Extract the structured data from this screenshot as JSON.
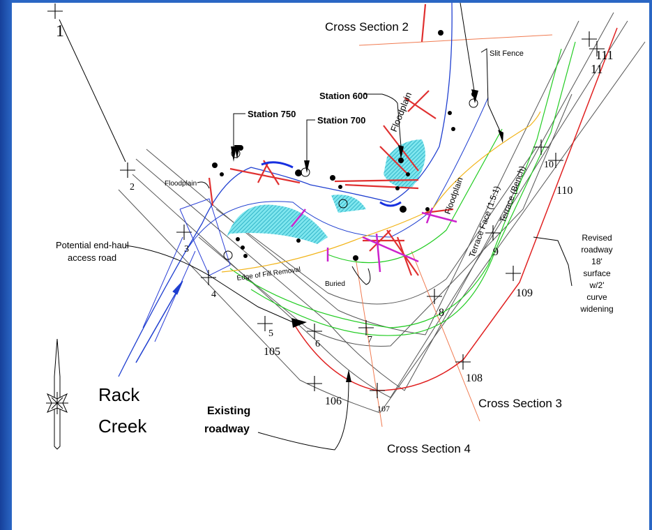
{
  "labels": {
    "cross_section_2": "Cross Section 2",
    "cross_section_3": "Cross Section 3",
    "cross_section_4": "Cross Section 4",
    "silt_fence": "Slit Fence",
    "station_600": "Station 600",
    "station_700": "Station 700",
    "station_750": "Station 750",
    "floodplain_left": "Floodplain",
    "floodplain_upper": "Floodplain",
    "floodplain_right": "Floodplain",
    "terrace_face": "Terrace Face (1.5:1)",
    "terrace_bench": "Terrace (Bench)",
    "edge_fill": "Edge of Fill Removal",
    "buried": "Buried",
    "access_road_1": "Potential end-haul",
    "access_road_2": "access road",
    "rack": "Rack",
    "creek": "Creek",
    "existing_1": "Existing",
    "existing_2": "roadway",
    "revised_1": "Revised",
    "revised_2": "roadway",
    "revised_3": "18'",
    "revised_4": "surface",
    "revised_5": "w/2'",
    "revised_6": "curve",
    "revised_7": "widening"
  },
  "stations": {
    "s1": "1",
    "s2": "2",
    "s3": "3",
    "s4": "4",
    "s5": "5",
    "s6": "6",
    "s7": "7",
    "s8": "8",
    "s9": "9",
    "s10": "10",
    "s11": "11",
    "s105": "105",
    "s106": "106",
    "s107": "107",
    "s108": "108",
    "s109": "109",
    "s110": "110",
    "s111": "111"
  },
  "colors": {
    "frame": "#1b4fa8",
    "stream": "#1f3fd0",
    "fill_hatch": "#22c7d8",
    "terrace_green": "#22cc22",
    "edge_yellow": "#f2b418",
    "section_orange": "#f07a50",
    "revised_red": "#e02020",
    "magenta": "#cc22cc"
  }
}
